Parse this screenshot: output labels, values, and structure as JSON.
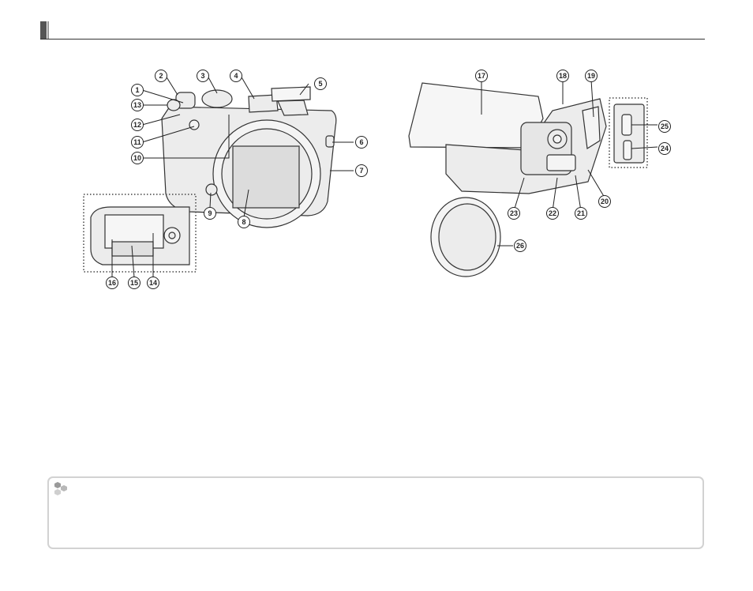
{
  "header": {
    "title": ""
  },
  "callouts": {
    "c1": "1",
    "c2": "2",
    "c3": "3",
    "c4": "4",
    "c5": "5",
    "c6": "6",
    "c7": "7",
    "c8": "8",
    "c9": "9",
    "c10": "10",
    "c11": "11",
    "c12": "12",
    "c13": "13",
    "c14": "14",
    "c15": "15",
    "c16": "16",
    "c17": "17",
    "c18": "18",
    "c19": "19",
    "c20": "20",
    "c21": "21",
    "c22": "22",
    "c23": "23",
    "c24": "24",
    "c25": "25",
    "c26": "26"
  },
  "note": {
    "title": "",
    "text": ""
  },
  "colors": {
    "body": "#ececec",
    "outline": "#333333",
    "box_border": "#d2d2d2",
    "icon": "#9a9a9a"
  }
}
